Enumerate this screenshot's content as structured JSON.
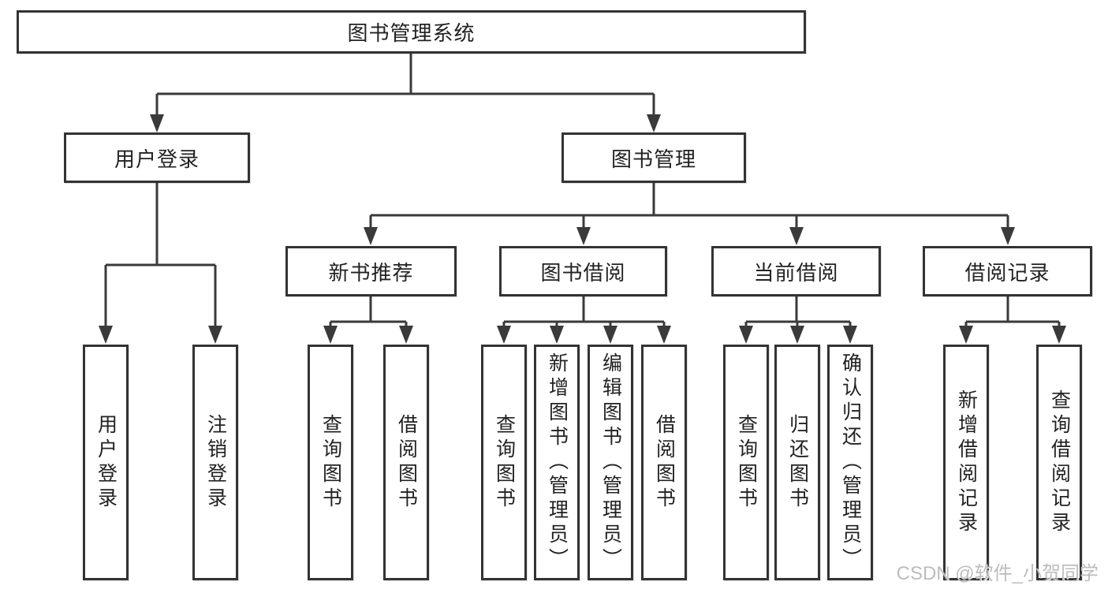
{
  "diagram": {
    "root": {
      "label": "图书管理系统"
    },
    "user_branch": {
      "label": "用户登录",
      "leaves": [
        {
          "label": "用户登录"
        },
        {
          "label": "注销登录"
        }
      ]
    },
    "book_branch": {
      "label": "图书管理",
      "children": [
        {
          "label": "新书推荐",
          "leaves": [
            {
              "label": "查询图书"
            },
            {
              "label": "借阅图书"
            }
          ]
        },
        {
          "label": "图书借阅",
          "leaves": [
            {
              "label": "查询图书"
            },
            {
              "label": "新增图书（管理员）"
            },
            {
              "label": "编辑图书（管理员）"
            },
            {
              "label": "借阅图书"
            }
          ]
        },
        {
          "label": "当前借阅",
          "leaves": [
            {
              "label": "查询图书"
            },
            {
              "label": "归还图书"
            },
            {
              "label": "确认归还（管理员）"
            }
          ]
        },
        {
          "label": "借阅记录",
          "leaves": [
            {
              "label": "新增借阅记录"
            },
            {
              "label": "查询借阅记录"
            }
          ]
        }
      ]
    }
  },
  "watermark": {
    "text": "CSDN @软件_小贺同学"
  },
  "colors": {
    "page_bg": "#ffffff",
    "line": "#3a3a3a",
    "box_border": "#333333",
    "box_fill": "#ffffff",
    "text": "#222222",
    "watermark": "#bdbdbd"
  }
}
